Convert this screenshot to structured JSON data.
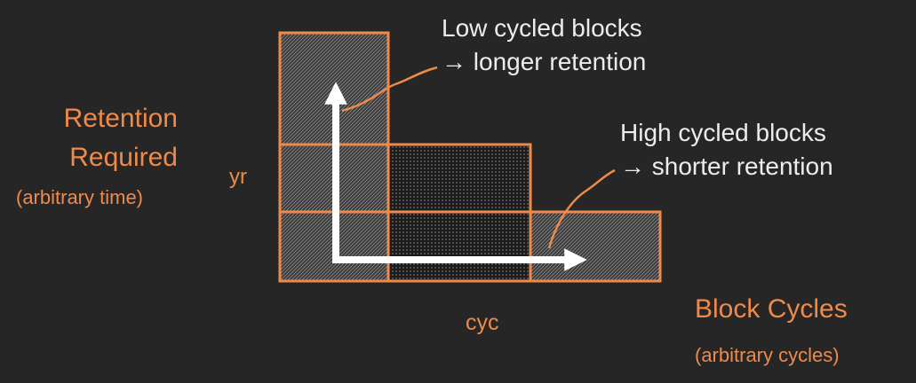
{
  "axes": {
    "y_title_line1": "Retention",
    "y_title_line2": "Required",
    "y_subtitle": "(arbitrary time)",
    "y_unit": "yr",
    "x_title": "Block Cycles",
    "x_subtitle": "(arbitrary cycles)",
    "x_unit": "cyc"
  },
  "callouts": {
    "low_line1": "Low cycled blocks",
    "low_line2": "→ longer retention",
    "high_line1": "High cycled blocks",
    "high_line2": "→  shorter retention"
  },
  "colors": {
    "background": "#262626",
    "accent": "#f08a4b",
    "text": "#ececec",
    "arrow": "#ffffff"
  }
}
